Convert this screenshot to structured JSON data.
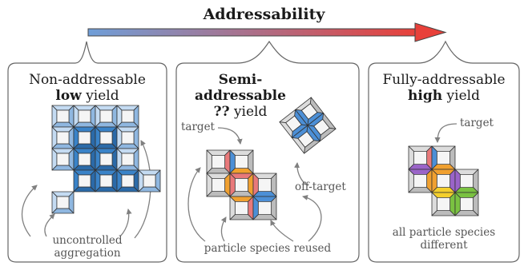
{
  "title": "Addressability",
  "colors": {
    "arrow_start": "#6f9ed8",
    "arrow_end": "#e8403a",
    "panel_border": "#666666",
    "tile_blue_light": "#c4dbf2",
    "tile_blue_dark": "#3a83c8",
    "tile_grey": "#dcdcdc",
    "edge_red": "#e8797a",
    "edge_orange": "#f0a030",
    "edge_blue": "#4c8fd6",
    "edge_purple": "#9a64c8",
    "edge_green": "#7ac241",
    "edge_yellow": "#f4cf2c",
    "annotation": "#808080"
  },
  "panels": [
    {
      "title_line1": "Non-addressable",
      "title_bold": "low",
      "title_rest": " yield",
      "note_line1": "uncontrolled",
      "note_line2": "aggregation"
    },
    {
      "title_line1": "Semi-addressable",
      "title_bold": "??",
      "title_rest": " yield",
      "target_label": "target",
      "offtarget_label": "off-target",
      "note_line1": "particle species reused"
    },
    {
      "title_line1": "Fully-addressable",
      "title_bold": "high",
      "title_rest": " yield",
      "target_label": "target",
      "note_line1": "all particle species",
      "note_line2": "different"
    }
  ]
}
